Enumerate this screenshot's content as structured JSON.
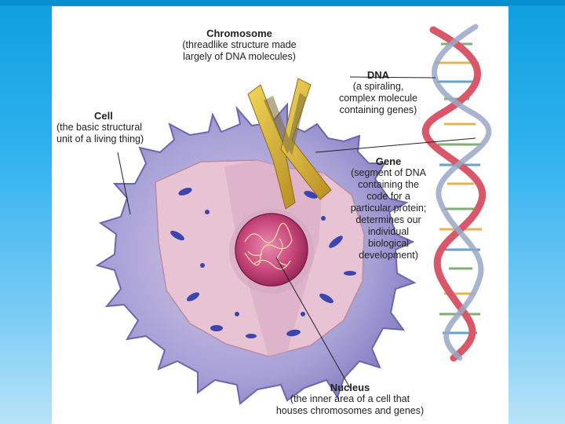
{
  "labels": {
    "chromosome": {
      "title": "Chromosome",
      "line1": "(threadlike structure made",
      "line2": "largely of DNA molecules)"
    },
    "dna": {
      "title": "DNA",
      "line1": "(a spiraling,",
      "line2": "complex molecule",
      "line3": "containing genes)"
    },
    "cell": {
      "title": "Cell",
      "line1": "(the basic structural",
      "line2": "unit of a living thing)"
    },
    "gene": {
      "title": "Gene",
      "line1": "(segment of DNA",
      "line2": "containing the",
      "line3": "code for a",
      "line4": "particular protein;",
      "line5": "determines our",
      "line6": "individual",
      "line7": "biological",
      "line8": "development)"
    },
    "nucleus": {
      "title": "Nucleus",
      "line1": "(the inner area of a cell that",
      "line2": "houses chromosomes and genes)"
    }
  },
  "colors": {
    "background": "#2fb1ee",
    "cell_membrane": "#8a86c8",
    "cytoplasm": "#e7c3d3",
    "nucleus": "#c8467a",
    "chromosome": "#d7b43a",
    "dna_strand": "#d8586a",
    "organelle": "#3b45b0"
  },
  "icons": {
    "cell": "cell-illustration",
    "chromosome": "chromosome-illustration",
    "dna": "dna-helix-illustration"
  }
}
